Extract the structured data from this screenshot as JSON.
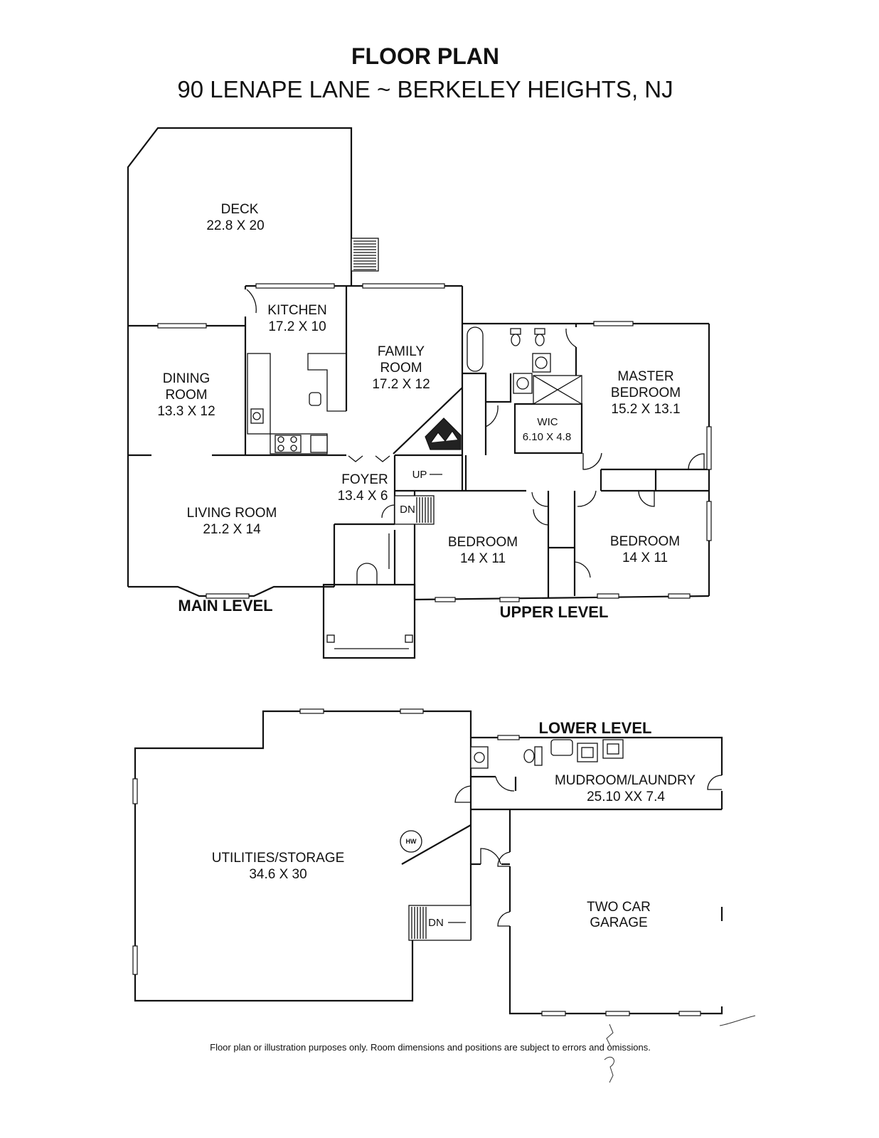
{
  "header": {
    "title": "FLOOR PLAN",
    "subtitle": "90 LENAPE LANE ~ BERKELEY HEIGHTS, NJ"
  },
  "levels": {
    "main": "MAIN LEVEL",
    "upper": "UPPER LEVEL",
    "lower": "LOWER LEVEL"
  },
  "rooms": {
    "deck": {
      "name": "DECK",
      "size": "22.8 X 20"
    },
    "kitchen": {
      "name": "KITCHEN",
      "size": "17.2 X 10"
    },
    "family_room": {
      "name_1": "FAMILY",
      "name_2": "ROOM",
      "size": "17.2 X 12"
    },
    "dining_room": {
      "name_1": "DINING",
      "name_2": "ROOM",
      "size": "13.3 X 12"
    },
    "living_room": {
      "name": "LIVING ROOM",
      "size": "21.2 X 14"
    },
    "foyer": {
      "name": "FOYER",
      "size": "13.4 X 6"
    },
    "master_bedroom": {
      "name_1": "MASTER",
      "name_2": "BEDROOM",
      "size": "15.2 X 13.1"
    },
    "wic": {
      "name": "WIC",
      "size": "6.10 X 4.8"
    },
    "bedroom_left": {
      "name": "BEDROOM",
      "size": "14 X 11"
    },
    "bedroom_right": {
      "name": "BEDROOM",
      "size": "14 X 11"
    },
    "utilities_storage": {
      "name": "UTILITIES/STORAGE",
      "size": "34.6 X 30"
    },
    "mudroom_laundry": {
      "name": "MUDROOM/LAUNDRY",
      "size": "25.10 XX 7.4"
    },
    "garage": {
      "name_1": "TWO CAR",
      "name_2": "GARAGE"
    }
  },
  "markers": {
    "up": "UP",
    "dn_upper": "DN",
    "dn_lower": "DN",
    "hw": "HW"
  },
  "footer": {
    "disclaimer": "Floor plan or illustration purposes only. Room dimensions and positions are subject to errors and omissions."
  }
}
